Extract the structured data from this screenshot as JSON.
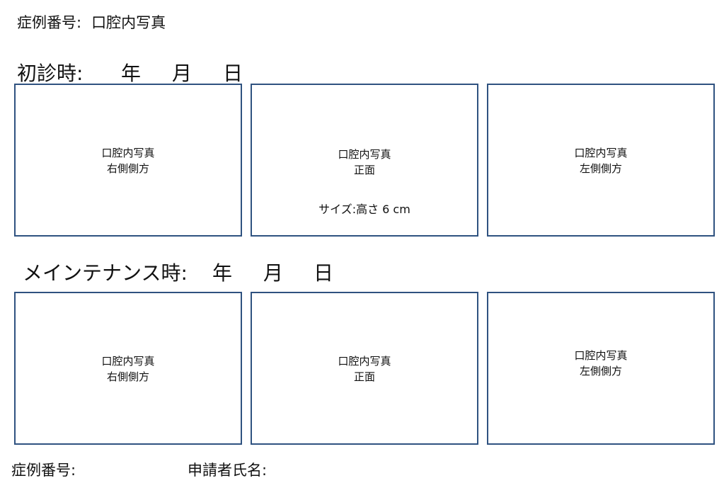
{
  "header": {
    "case_number_label": "症例番号:",
    "document_title": "口腔内写真"
  },
  "initial_visit": {
    "label": "初診時:",
    "year_unit": "年",
    "month_unit": "月",
    "day_unit": "日",
    "photos": [
      {
        "line1": "口腔内写真",
        "line2": "右側側方",
        "note": ""
      },
      {
        "line1": "口腔内写真",
        "line2": "正面",
        "note": "サイズ:高さ 6 cm"
      },
      {
        "line1": "口腔内写真",
        "line2": "左側側方",
        "note": ""
      }
    ]
  },
  "maintenance": {
    "label": "メインテナンス時:",
    "year_unit": "年",
    "month_unit": "月",
    "day_unit": "日",
    "photos": [
      {
        "line1": "口腔内写真",
        "line2": "右側側方"
      },
      {
        "line1": "口腔内写真",
        "line2": "正面"
      },
      {
        "line1": "口腔内写真",
        "line2": "左側側方"
      }
    ]
  },
  "footer": {
    "case_number_label": "症例番号:",
    "applicant_name_label": "申請者氏名:"
  },
  "colors": {
    "box_border": "#2f5280",
    "text": "#111111",
    "background": "#ffffff"
  }
}
